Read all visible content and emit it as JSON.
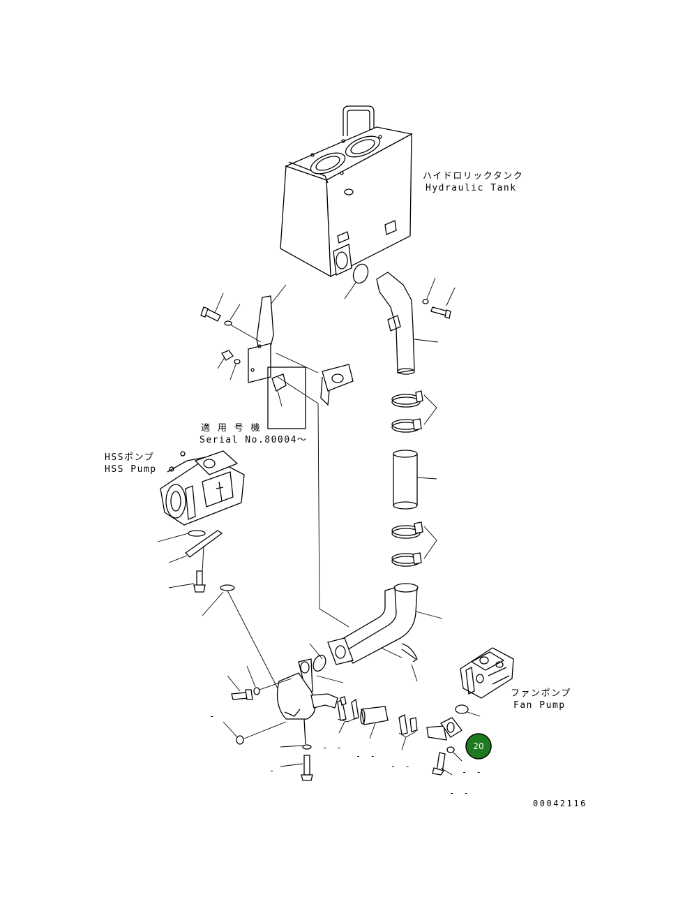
{
  "labels": {
    "hydraulic_tank_jp": "ハイドロリックタンク",
    "hydraulic_tank_en": "Hydraulic Tank",
    "serial_jp": "適 用 号 機",
    "serial_en": "Serial No.80004～",
    "hss_pump_jp": "HSSポンプ",
    "hss_pump_en": "HSS Pump",
    "fan_pump_jp": "ファンポンプ",
    "fan_pump_en": "Fan Pump",
    "drawing_number": "00042116"
  },
  "callout": {
    "number": "20",
    "color": "#1e7a1e"
  },
  "blank_marks": [
    "- -",
    "- -",
    "- -",
    "- -",
    "- -",
    "-",
    "-"
  ]
}
